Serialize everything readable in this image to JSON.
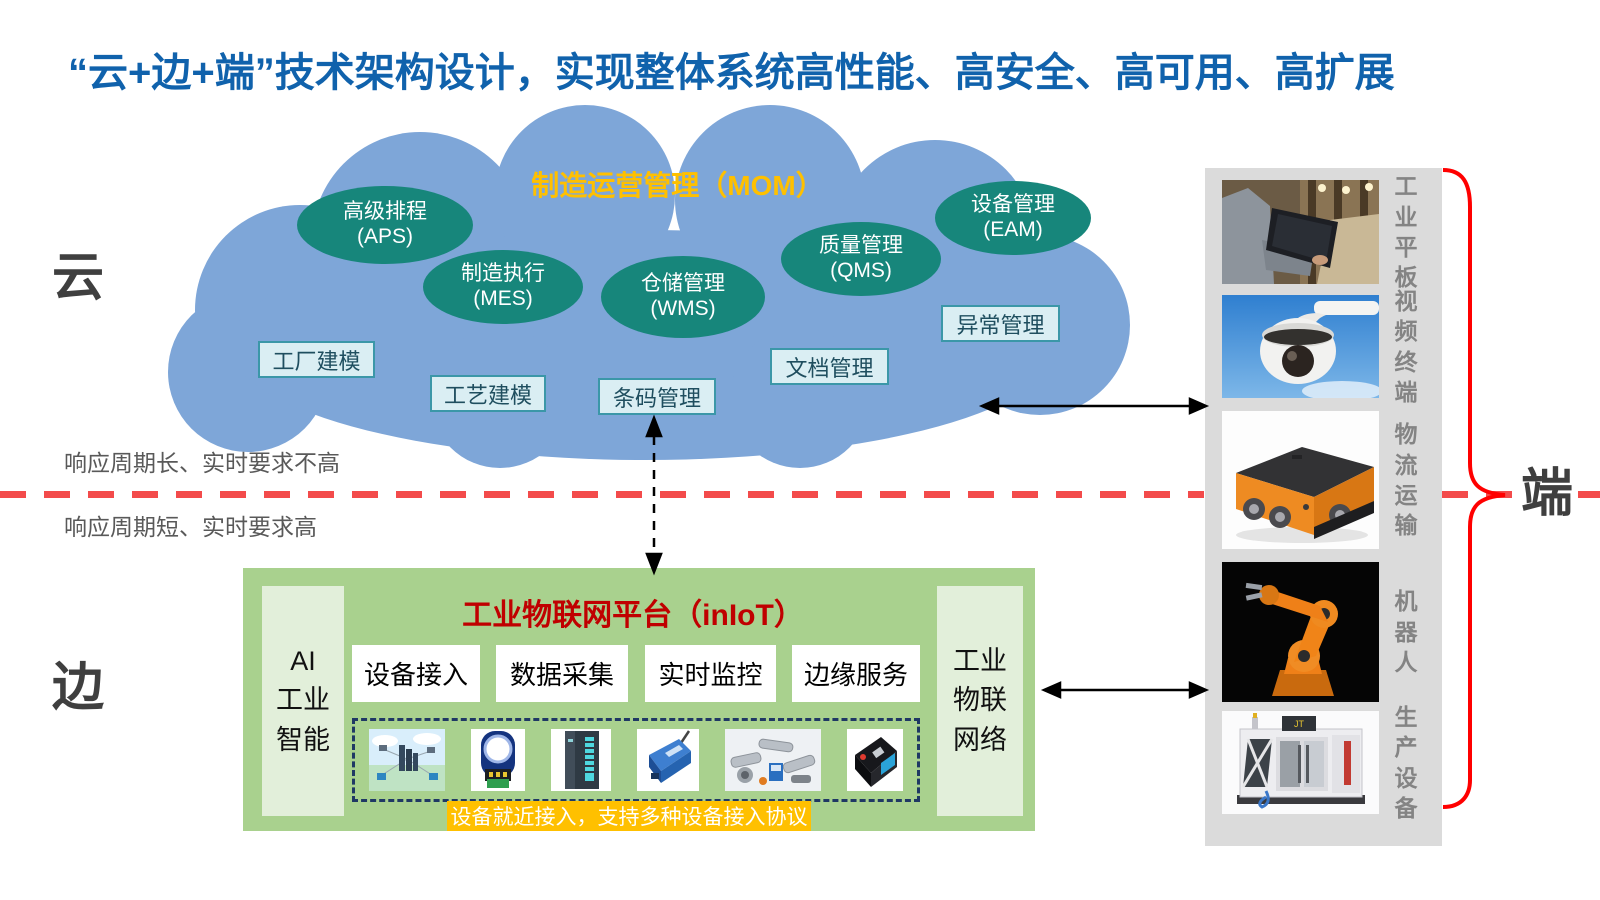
{
  "title": "“云+边+端”技术架构设计，实现整体系统高性能、高安全、高可用、高扩展",
  "title_color": "#1062AC",
  "layers": {
    "cloud_label": "云",
    "edge_label": "边",
    "terminal_label": "端"
  },
  "divider": {
    "above": "响应周期长、实时要求不高",
    "below": "响应周期短、实时要求高",
    "line_color": "#F34B4B"
  },
  "cloud": {
    "title": "制造运营管理（MOM）",
    "title_color": "#FFC000",
    "shape_color": "#7EA6D8",
    "ellipse_color": "#17867B",
    "ellipses": [
      {
        "name": "高级排程",
        "abbr": "(APS)"
      },
      {
        "name": "制造执行",
        "abbr": "(MES)"
      },
      {
        "name": "仓储管理",
        "abbr": "(WMS)"
      },
      {
        "name": "质量管理",
        "abbr": "(QMS)"
      },
      {
        "name": "设备管理",
        "abbr": "(EAM)"
      }
    ],
    "module_style": {
      "bg": "#DAEEF3",
      "border": "#3B97A8"
    },
    "modules": [
      "工厂建模",
      "工艺建模",
      "条码管理",
      "文档管理",
      "异常管理"
    ]
  },
  "platform": {
    "title": "工业物联网平台（inIoT）",
    "title_color": "#C00000",
    "box_color": "#A9D18E",
    "column_color": "#E2EFDA",
    "ai_lines": [
      "AI",
      "工业",
      "智能"
    ],
    "net_lines": [
      "工业",
      "物联",
      "网络"
    ],
    "services": [
      "设备接入",
      "数据采集",
      "实时监控",
      "边缘服务"
    ],
    "device_icons": [
      "cloud-network",
      "ring-sensor",
      "plc-module",
      "dtu-gateway",
      "sensor-kit",
      "photo-sensor"
    ],
    "banner": "设备就近接入，支持多种设备接入协议",
    "banner_color": "#FFC000"
  },
  "terminals": [
    {
      "label": "工业平板",
      "icon": "industrial-tablet-photo"
    },
    {
      "label": "视频终端",
      "icon": "dome-camera-photo"
    },
    {
      "label": "物流运输",
      "icon": "agv-photo"
    },
    {
      "label": "机器人",
      "icon": "robot-arm-photo"
    },
    {
      "label": "生产设备",
      "icon": "cnc-machine-photo"
    }
  ]
}
